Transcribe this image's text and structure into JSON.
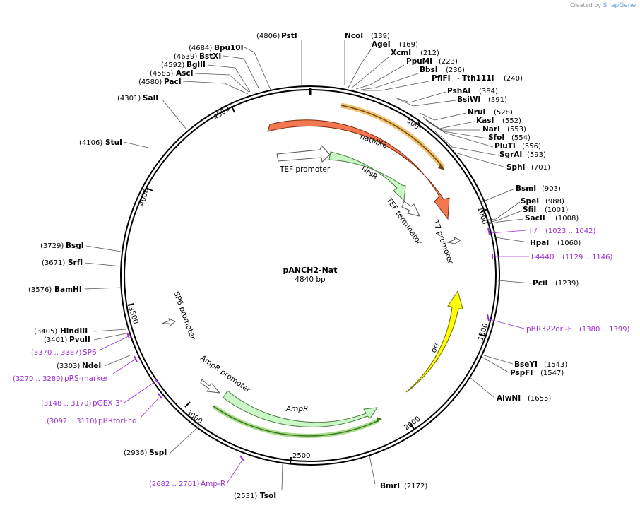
{
  "credit": {
    "prefix": "Created by",
    "brand": "SnapGene"
  },
  "plasmid": {
    "name": "pANCH2-Nat",
    "length": "4840 bp"
  },
  "ticks": [
    "500",
    "1000",
    "1500",
    "2000",
    "2500",
    "3000",
    "3500",
    "4000",
    "4500"
  ],
  "enzymes": [
    {
      "name": "PstI",
      "pos": "(4806)"
    },
    {
      "name": "NcoI",
      "pos": "(139)"
    },
    {
      "name": "AgeI",
      "pos": "(169)"
    },
    {
      "name": "XcmI",
      "pos": "(212)"
    },
    {
      "name": "PpuMI",
      "pos": "(223)"
    },
    {
      "name": "BbsI",
      "pos": "(236)"
    },
    {
      "name": "PflFI",
      "pos": ""
    },
    {
      "name": "Tth111I",
      "pos": "(240)"
    },
    {
      "name": "PshAI",
      "pos": "(384)"
    },
    {
      "name": "BsiWI",
      "pos": "(391)"
    },
    {
      "name": "NruI",
      "pos": "(528)"
    },
    {
      "name": "KasI",
      "pos": "(552)"
    },
    {
      "name": "NarI",
      "pos": "(553)"
    },
    {
      "name": "SfoI",
      "pos": "(554)"
    },
    {
      "name": "PluTI",
      "pos": "(556)"
    },
    {
      "name": "SgrAI",
      "pos": "(593)"
    },
    {
      "name": "SphI",
      "pos": "(701)"
    },
    {
      "name": "BsmI",
      "pos": "(903)"
    },
    {
      "name": "SpeI",
      "pos": "(988)"
    },
    {
      "name": "SfiI",
      "pos": "(1001)"
    },
    {
      "name": "SacII",
      "pos": "(1008)"
    },
    {
      "name": "HpaI",
      "pos": "(1060)"
    },
    {
      "name": "PciI",
      "pos": "(1239)"
    },
    {
      "name": "BseYI",
      "pos": "(1543)"
    },
    {
      "name": "PspFI",
      "pos": "(1547)"
    },
    {
      "name": "AlwNI",
      "pos": "(1655)"
    },
    {
      "name": "BmrI",
      "pos": "(2172)"
    },
    {
      "name": "TsoI",
      "pos": "(2531)"
    },
    {
      "name": "SspI",
      "pos": "(2936)"
    },
    {
      "name": "NdeI",
      "pos": "(3303)"
    },
    {
      "name": "PvuII",
      "pos": "(3401)"
    },
    {
      "name": "HindIII",
      "pos": "(3405)"
    },
    {
      "name": "BamHI",
      "pos": "(3576)"
    },
    {
      "name": "SrfI",
      "pos": "(3671)"
    },
    {
      "name": "BsgI",
      "pos": "(3729)"
    },
    {
      "name": "StuI",
      "pos": "(4106)"
    },
    {
      "name": "SalI",
      "pos": "(4301)"
    },
    {
      "name": "PacI",
      "pos": "(4580)"
    },
    {
      "name": "AscI",
      "pos": "(4585)"
    },
    {
      "name": "BglII",
      "pos": "(4592)"
    },
    {
      "name": "BstXI",
      "pos": "(4639)"
    },
    {
      "name": "Bpu10I",
      "pos": "(4684)"
    }
  ],
  "primers": [
    {
      "name": "T7",
      "pos": "(1023 .. 1042)"
    },
    {
      "name": "L4440",
      "pos": "(1129 .. 1146)"
    },
    {
      "name": "pBR322ori-F",
      "pos": "(1380 .. 1399)"
    },
    {
      "name": "Amp-R",
      "pos": "(2682 .. 2701)"
    },
    {
      "name": "pBRforEco",
      "pos": "(3092 .. 3110)"
    },
    {
      "name": "pGEX 3'",
      "pos": "(3148 .. 3170)"
    },
    {
      "name": "pRS-marker",
      "pos": "(3270 .. 3289)"
    },
    {
      "name": "SP6",
      "pos": "(3370 .. 3387)"
    }
  ],
  "features": {
    "natmx6": "natMX6",
    "nrsr": "NrsR",
    "tef_promoter": "TEF promoter",
    "tef_terminator": "TEF terminator",
    "t7_promoter": "T7 promoter",
    "ori": "ori",
    "ampr": "AmpR",
    "ampr_promoter": "AmpR promoter",
    "sp6_promoter": "SP6 promoter"
  },
  "colors": {
    "natmx6": "#f4784f",
    "nrsr": "#c9f7c6",
    "ori": "#ffff00",
    "ampr": "#c9f7c6",
    "primer": "#9b30d0",
    "orange_bar": "#f0a850",
    "green_bar": "#3c7a1e"
  }
}
